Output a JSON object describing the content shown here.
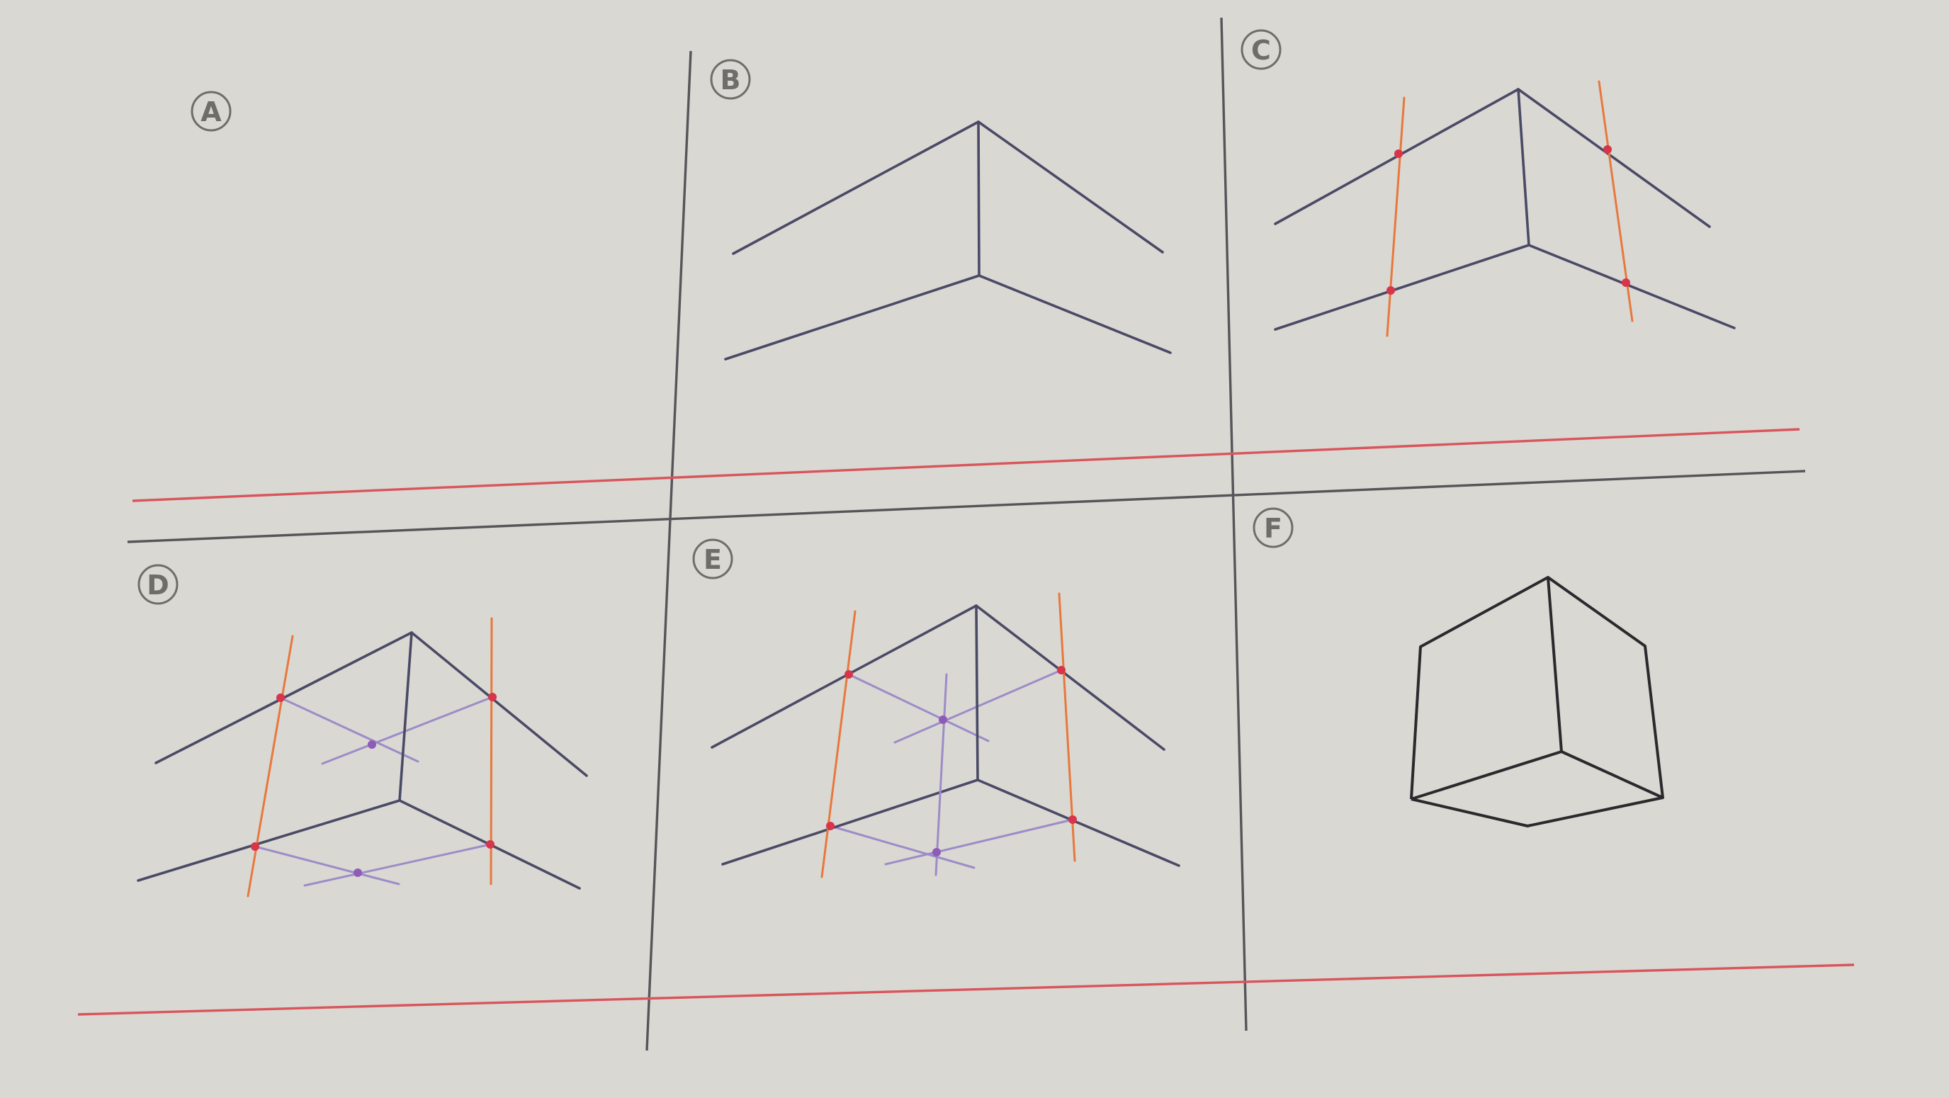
{
  "panels": [
    {
      "id": "A",
      "label": "A",
      "step_shown": "blank"
    },
    {
      "id": "B",
      "label": "B",
      "step_shown": "corner-and-edges"
    },
    {
      "id": "C",
      "label": "C",
      "step_shown": "verticals-added"
    },
    {
      "id": "D",
      "label": "D",
      "step_shown": "diagonals-added"
    },
    {
      "id": "E",
      "label": "E",
      "step_shown": "back-edge-added"
    },
    {
      "id": "F",
      "label": "F",
      "step_shown": "finished-cube"
    }
  ],
  "colors": {
    "background": "#d9d8d2",
    "perspective_lines": "#4a4a66",
    "construction_verticals": "#e8783c",
    "diagonals": "#9c8cc8",
    "intersection_points": "#d8344a",
    "dividers": "#55555a",
    "red_rules": "#d9555c",
    "cube_outline": "#2a2a2e"
  }
}
